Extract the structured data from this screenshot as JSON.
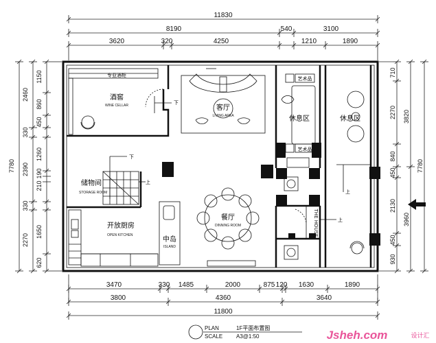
{
  "dimensions_top": {
    "row1": [
      "11830"
    ],
    "row2": [
      "8190",
      "540",
      "3100"
    ],
    "row3": [
      "3620",
      "320",
      "4250",
      "1210",
      "1890"
    ]
  },
  "dimensions_bottom": {
    "row1": [
      "3470",
      "330",
      "1485",
      "2000",
      "875",
      "120",
      "1630",
      "1890"
    ],
    "row2": [
      "3800",
      "4360",
      "3640"
    ],
    "row3": [
      "11800"
    ]
  },
  "dimensions_left": {
    "inner": [
      "1150",
      "860",
      "450",
      "1260",
      "190",
      "210",
      "1650",
      "620"
    ],
    "middle": [
      "2460",
      "330",
      "2390",
      "330",
      "2270"
    ],
    "outer": [
      "7780"
    ]
  },
  "dimensions_right": {
    "inner": [
      "710",
      "840",
      "450",
      "2130",
      "450",
      "930"
    ],
    "middle": [
      "2270",
      "3960"
    ],
    "outer": [
      "3820",
      "7780"
    ]
  },
  "rooms": {
    "wine_display": "专业酒柜",
    "wine_cellar": "酒窖",
    "wine_cellar_en": "WINE CELLAR",
    "living": "客厅",
    "living_en": "LIVING AREA",
    "rest_1": "休息区",
    "rest_2": "休息区",
    "storage": "储物间",
    "storage_en": "STORAGE ROOM",
    "kitchen": "开放厨房",
    "kitchen_en": "OPEN KITCHEN",
    "island": "中岛",
    "island_en": "ISLAND",
    "dining": "餐厅",
    "dining_en": "DINNING ROOM",
    "art_1": "艺术品",
    "art_2": "艺术品",
    "the_house": "THE HOUSE"
  },
  "stair_labels": {
    "down_1": "下",
    "down_2": "下",
    "up_1": "上",
    "up_2": "上",
    "up_3": "上"
  },
  "footer": {
    "plan": "PLAN",
    "scale": "SCALE",
    "title": "1F平面布置图",
    "scale_value": "A3@1:50"
  },
  "watermark": {
    "brand": "Jsheh.com",
    "brand_cn": "设计汇"
  }
}
